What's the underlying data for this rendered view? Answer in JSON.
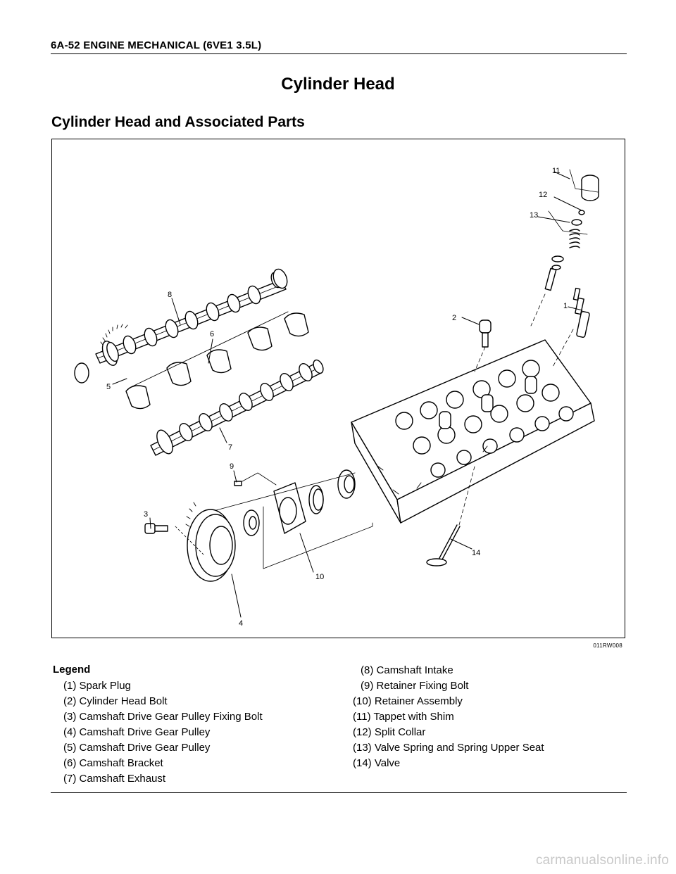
{
  "header": {
    "text": "6A-52  ENGINE MECHANICAL (6VE1 3.5L)"
  },
  "title": "Cylinder Head",
  "subtitle": "Cylinder Head and Associated Parts",
  "figure": {
    "code": "011RW008",
    "callouts": [
      "1",
      "2",
      "3",
      "4",
      "5",
      "6",
      "7",
      "8",
      "9",
      "10",
      "11",
      "12",
      "13",
      "14"
    ]
  },
  "legend": {
    "title": "Legend",
    "left": [
      {
        "num": "(1)",
        "label": "Spark Plug"
      },
      {
        "num": "(2)",
        "label": "Cylinder Head Bolt"
      },
      {
        "num": "(3)",
        "label": "Camshaft Drive Gear Pulley Fixing Bolt"
      },
      {
        "num": "(4)",
        "label": "Camshaft Drive Gear Pulley"
      },
      {
        "num": "(5)",
        "label": "Camshaft Drive Gear Pulley"
      },
      {
        "num": "(6)",
        "label": "Camshaft Bracket"
      },
      {
        "num": "(7)",
        "label": "Camshaft Exhaust"
      }
    ],
    "right": [
      {
        "num": "(8)",
        "label": "Camshaft Intake"
      },
      {
        "num": "(9)",
        "label": "Retainer Fixing Bolt"
      },
      {
        "num": "(10)",
        "label": "Retainer Assembly"
      },
      {
        "num": "(11)",
        "label": "Tappet with Shim"
      },
      {
        "num": "(12)",
        "label": "Split Collar"
      },
      {
        "num": "(13)",
        "label": "Valve Spring and Spring Upper Seat"
      },
      {
        "num": "(14)",
        "label": "Valve"
      }
    ]
  },
  "watermark": "carmanualsonline.info"
}
